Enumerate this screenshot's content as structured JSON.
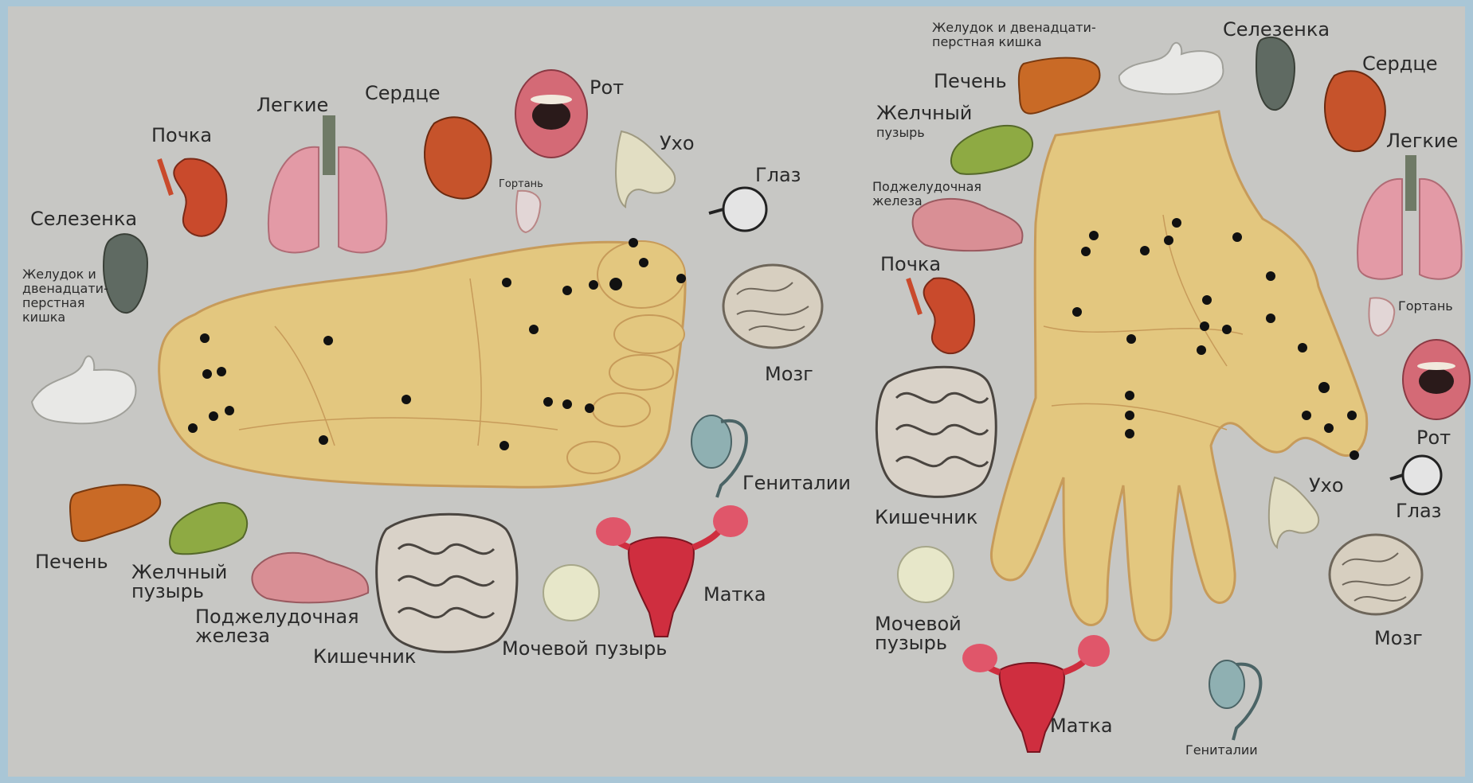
{
  "colors": {
    "background_frame": "#a9c6d6",
    "panel": "#c7c7c4",
    "skin": "#e3c77f",
    "skin_line": "#c79b5a",
    "point": "#111111",
    "kidney": "#c94a2c",
    "lung": "#e39aa6",
    "heart": "#c6532b",
    "liver": "#c96a26",
    "gallbladder": "#8eaa43",
    "spleen": "#5f6a62",
    "pancreas": "#d98f95",
    "intestine": "#d9d2c8",
    "uterus": "#cf2e3f",
    "genitals": "#8fb0b2",
    "bladder": "#e7e7c9",
    "brain": "#d7cfc0",
    "mouth": "#d46a76"
  },
  "foot": {
    "labels": {
      "kidney": "Почка",
      "lungs": "Легкие",
      "heart": "Сердце",
      "mouth": "Рот",
      "ear": "Ухо",
      "larynx": "Гортань",
      "eye": "Глаз",
      "spleen": "Селезенка",
      "stomach_l1": "Желудок и",
      "stomach_l2": "двенадцати-",
      "stomach_l3": "перстная",
      "stomach_l4": "кишка",
      "brain": "Мозг",
      "genitals": "Гениталии",
      "liver": "Печень",
      "gallbladder_l1": "Желчный",
      "gallbladder_l2": "пузырь",
      "pancreas_l1": "Поджелудочная",
      "pancreas_l2": "железа",
      "intestine": "Кишечник",
      "bladder": "Мочевой пузырь",
      "uterus": "Матка"
    }
  },
  "hand": {
    "labels": {
      "stomach_l1": "Желудок и двенадцати-",
      "stomach_l2": "перстная кишка",
      "spleen": "Селезенка",
      "liver": "Печень",
      "heart": "Сердце",
      "gallbladder_l1": "Желчный",
      "gallbladder_l2": "пузырь",
      "lungs": "Легкие",
      "pancreas_l1": "Поджелудочная",
      "pancreas_l2": "железа",
      "kidney": "Почка",
      "larynx": "Гортань",
      "mouth": "Рот",
      "intestine": "Кишечник",
      "ear": "Ухо",
      "eye": "Глаз",
      "brain": "Мозг",
      "bladder_l1": "Мочевой",
      "bladder_l2": "пузырь",
      "uterus": "Матка",
      "genitals": "Гениталии"
    }
  }
}
